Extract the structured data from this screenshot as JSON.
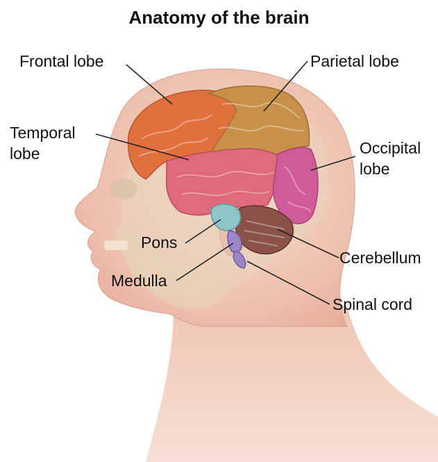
{
  "title": "Anatomy of the brain",
  "labels": {
    "frontal": "Frontal lobe",
    "parietal": "Parietal lobe",
    "temporal_line1": "Temporal",
    "temporal_line2": "lobe",
    "occipital_line1": "Occipital",
    "occipital_line2": "lobe",
    "pons": "Pons",
    "cerebellum": "Cerebellum",
    "medulla": "Medulla",
    "spinal_cord": "Spinal cord"
  },
  "colors": {
    "frontal": "#e0703e",
    "parietal": "#c8914a",
    "temporal": "#e06a7c",
    "occipital": "#d15b96",
    "pons": "#8fc4c8",
    "cerebellum": "#8a5248",
    "medulla": "#9b86c7",
    "skin": "#f2c9b8"
  }
}
